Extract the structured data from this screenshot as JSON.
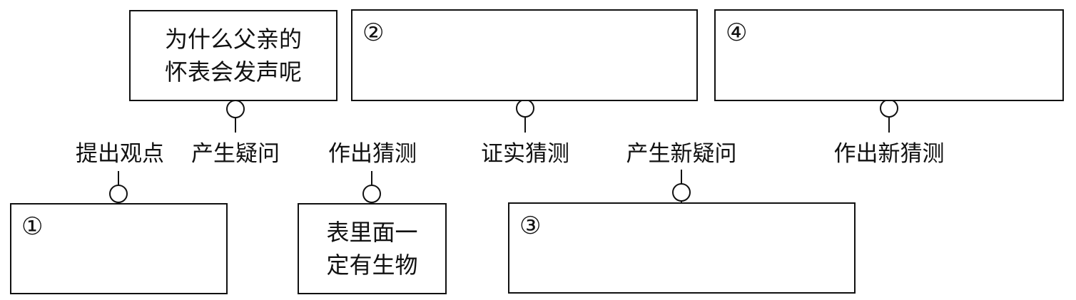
{
  "boxes": {
    "question": {
      "text": "为什么父亲的\n怀表会发声呢"
    },
    "box1": {
      "number": "①"
    },
    "box2": {
      "number": "②"
    },
    "box3": {
      "number": "③"
    },
    "box4": {
      "number": "④"
    },
    "guess": {
      "text": "表里面一\n定有生物"
    }
  },
  "steps": {
    "s1": "提出观点",
    "s2": "产生疑问",
    "s3": "作出猜测",
    "s4": "证实猜测",
    "s5": "产生新疑问",
    "s6": "作出新猜测"
  }
}
